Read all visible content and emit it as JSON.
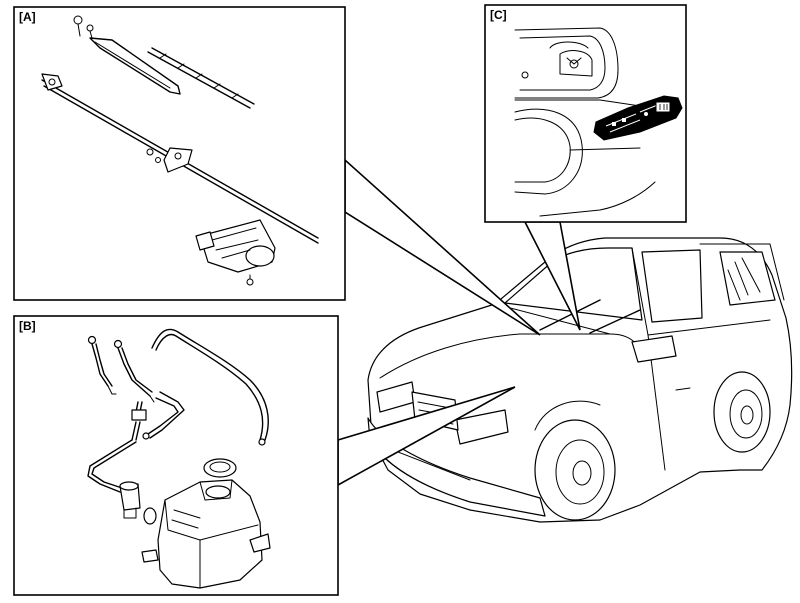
{
  "panels": {
    "a": {
      "label": "[A]"
    },
    "b": {
      "label": "[B]"
    },
    "c": {
      "label": "[C]"
    }
  }
}
